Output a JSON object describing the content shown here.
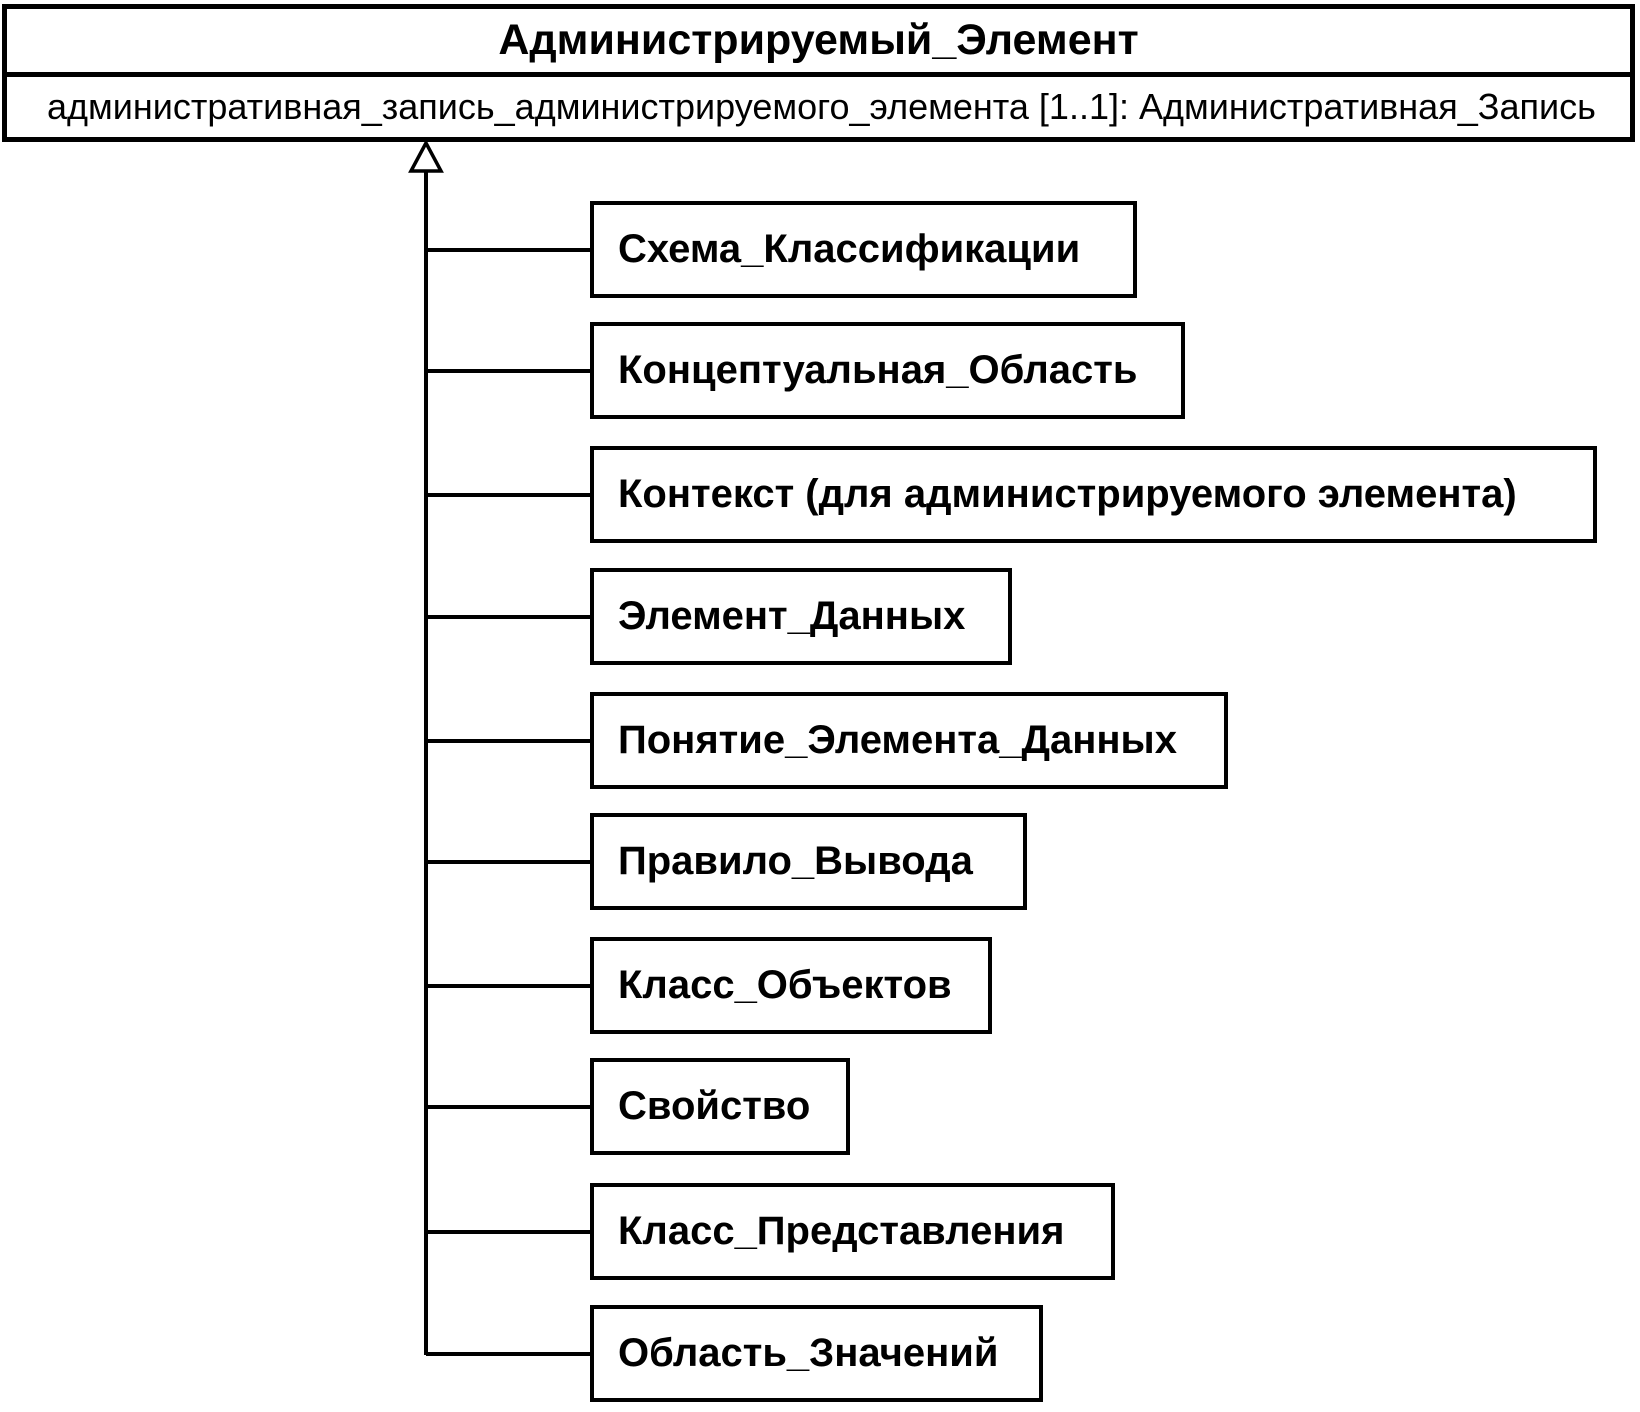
{
  "diagram": {
    "type": "uml-class-generalization",
    "colors": {
      "line": "#000000",
      "background": "#ffffff",
      "text": "#000000"
    },
    "parent": {
      "name": "Администрируемый_Элемент",
      "attribute": "административная_запись_администрируемого_элемента [1..1]: Административная_Запись"
    },
    "children": [
      {
        "label": "Схема_Классификации"
      },
      {
        "label": "Концептуальная_Область"
      },
      {
        "label": "Контекст (для администрируемого элемента)"
      },
      {
        "label": "Элемент_Данных"
      },
      {
        "label": "Понятие_Элемента_Данных"
      },
      {
        "label": "Правило_Вывода"
      },
      {
        "label": "Класс_Объектов"
      },
      {
        "label": "Свойство"
      },
      {
        "label": "Класс_Представления"
      },
      {
        "label": "Область_Значений"
      }
    ]
  }
}
